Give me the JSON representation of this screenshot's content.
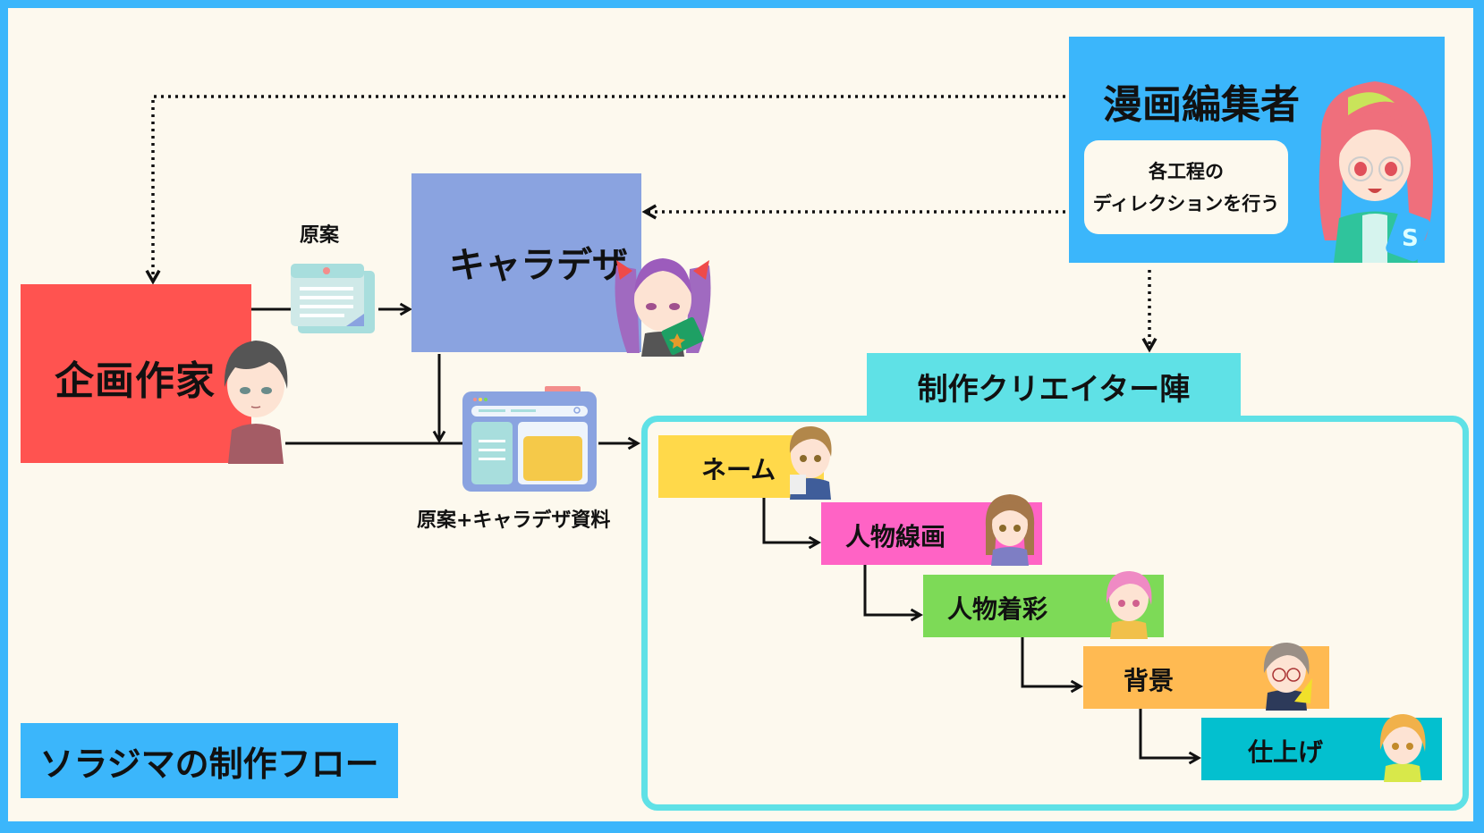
{
  "diagram": {
    "title": "ソラジマの制作フロー",
    "nodes": {
      "planner": {
        "label": "企画作家"
      },
      "character_design": {
        "label": "キャラデザ"
      },
      "editor": {
        "label": "漫画編集者",
        "note_line1": "各工程の",
        "note_line2": "ディレクションを行う"
      },
      "creator_team": {
        "label": "制作クリエイター陣"
      }
    },
    "artifacts": {
      "proposal": {
        "label": "原案",
        "icon": "document-memo-icon"
      },
      "proposal_plus_design": {
        "label": "原案+キャラデザ資料",
        "icon": "browser-window-icon"
      }
    },
    "steps": [
      {
        "label": "ネーム",
        "color": "#ffd94a"
      },
      {
        "label": "人物線画",
        "color": "#ff63c5"
      },
      {
        "label": "人物着彩",
        "color": "#7dda57"
      },
      {
        "label": "背景",
        "color": "#ffba52"
      },
      {
        "label": "仕上げ",
        "color": "#03c0cf"
      }
    ],
    "edges": [
      {
        "from": "editor",
        "to": "planner",
        "style": "dotted"
      },
      {
        "from": "editor",
        "to": "character_design",
        "style": "dotted"
      },
      {
        "from": "editor",
        "to": "creator_team",
        "style": "dotted"
      },
      {
        "from": "planner",
        "to": "character_design",
        "style": "solid",
        "via": "原案"
      },
      {
        "from": "planner",
        "to": "creator_team",
        "style": "solid",
        "via": "原案+キャラデザ資料"
      },
      {
        "from": "character_design",
        "to": "creator_team",
        "style": "solid",
        "via": "原案+キャラデザ資料"
      },
      {
        "from": "ネーム",
        "to": "人物線画",
        "style": "solid"
      },
      {
        "from": "人物線画",
        "to": "人物着彩",
        "style": "solid"
      },
      {
        "from": "人物着彩",
        "to": "背景",
        "style": "solid"
      },
      {
        "from": "背景",
        "to": "仕上げ",
        "style": "solid"
      }
    ]
  },
  "colors": {
    "frame": "#3bb6fb",
    "background": "#fdf9ee",
    "planner": "#ff5350",
    "character_design": "#8aa3e0",
    "editor": "#3bb6fb",
    "creator_team": "#5fe1e6"
  }
}
